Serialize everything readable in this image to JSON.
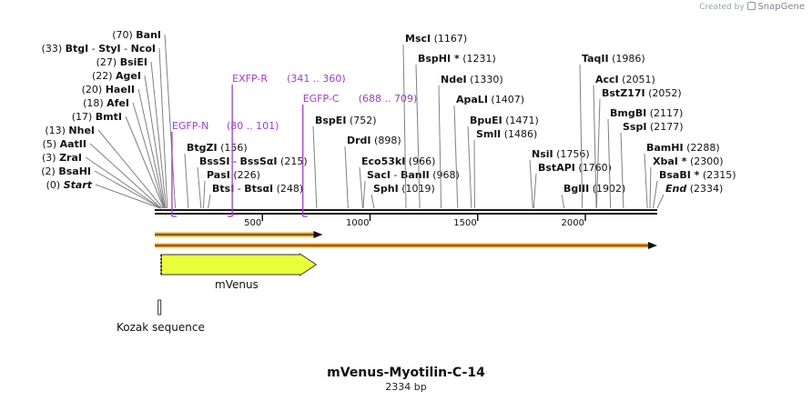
{
  "credit": {
    "prefix": "Created by",
    "brand": "SnapGene"
  },
  "plasmid": {
    "name": "mVenus-Myotilin-C-14",
    "size_label": "2334 bp",
    "length": 2334
  },
  "ruler": {
    "ticks": [
      500,
      1000,
      1500,
      2000
    ]
  },
  "sites": [
    {
      "name": "Start",
      "pos": 0,
      "italic": true
    },
    {
      "name": "BsaHI",
      "pos": 2
    },
    {
      "name": "ZraI",
      "pos": 3
    },
    {
      "name": "AatII",
      "pos": 5
    },
    {
      "name": "NheI",
      "pos": 13
    },
    {
      "name": "BmtI",
      "pos": 17
    },
    {
      "name": "AfeI",
      "pos": 18
    },
    {
      "name": "HaeII",
      "pos": 20
    },
    {
      "name": "AgeI",
      "pos": 22
    },
    {
      "name": "BsiEI",
      "pos": 27
    },
    {
      "name": "BtgI",
      "pos": 33
    },
    {
      "name": "StyI",
      "pos": 33
    },
    {
      "name": "NcoI",
      "pos": 33
    },
    {
      "name": "BanI",
      "pos": 70
    },
    {
      "name": "BtgZI",
      "pos": 156
    },
    {
      "name": "BssSI",
      "pos": 215
    },
    {
      "name": "BssSαI",
      "pos": 215
    },
    {
      "name": "PasI",
      "pos": 226
    },
    {
      "name": "BtsI",
      "pos": 248
    },
    {
      "name": "BtsαI",
      "pos": 248
    },
    {
      "name": "BspEI",
      "pos": 752
    },
    {
      "name": "DrdI",
      "pos": 898
    },
    {
      "name": "Eco53kI",
      "pos": 966
    },
    {
      "name": "SacI",
      "pos": 968
    },
    {
      "name": "BanII",
      "pos": 968
    },
    {
      "name": "SphI",
      "pos": 1019
    },
    {
      "name": "MscI",
      "pos": 1167
    },
    {
      "name": "BspHI",
      "pos": 1231,
      "mark": "*"
    },
    {
      "name": "NdeI",
      "pos": 1330
    },
    {
      "name": "ApaLI",
      "pos": 1407
    },
    {
      "name": "BpuEI",
      "pos": 1471
    },
    {
      "name": "SmlI",
      "pos": 1486
    },
    {
      "name": "NsiI",
      "pos": 1756
    },
    {
      "name": "BstAPI",
      "pos": 1760
    },
    {
      "name": "BglII",
      "pos": 1902
    },
    {
      "name": "TaqII",
      "pos": 1986
    },
    {
      "name": "AccI",
      "pos": 2051
    },
    {
      "name": "BstZ17I",
      "pos": 2052
    },
    {
      "name": "BmgBI",
      "pos": 2117
    },
    {
      "name": "SspI",
      "pos": 2177
    },
    {
      "name": "BamHI",
      "pos": 2288
    },
    {
      "name": "XbaI",
      "pos": 2300,
      "mark": "*"
    },
    {
      "name": "BsaBI",
      "pos": 2315,
      "mark": "*"
    },
    {
      "name": "End",
      "pos": 2334,
      "italic": true
    }
  ],
  "left_labels": [
    {
      "text": "(0)",
      "names": [
        "Start"
      ],
      "pos": 0,
      "italic": true
    },
    {
      "text": "(2)",
      "names": [
        "BsaHI"
      ],
      "pos": 2
    },
    {
      "text": "(3)",
      "names": [
        "ZraI"
      ],
      "pos": 3
    },
    {
      "text": "(5)",
      "names": [
        "AatII"
      ],
      "pos": 5
    },
    {
      "text": "(13)",
      "names": [
        "NheI"
      ],
      "pos": 13
    },
    {
      "text": "(17)",
      "names": [
        "BmtI"
      ],
      "pos": 17
    },
    {
      "text": "(18)",
      "names": [
        "AfeI"
      ],
      "pos": 18
    },
    {
      "text": "(20)",
      "names": [
        "HaeII"
      ],
      "pos": 20
    },
    {
      "text": "(22)",
      "names": [
        "AgeI"
      ],
      "pos": 22
    },
    {
      "text": "(27)",
      "names": [
        "BsiEI"
      ],
      "pos": 27
    },
    {
      "text": "(33)",
      "names": [
        "BtgI",
        "StyI",
        "NcoI"
      ],
      "pos": 33
    },
    {
      "text": "(70)",
      "names": [
        "BanI"
      ],
      "pos": 70
    }
  ],
  "primers": [
    {
      "name": "EGFP-N",
      "range": "(80 .. 101)",
      "start": 80,
      "end": 101,
      "dir": "fwd"
    },
    {
      "name": "EXFP-R",
      "range": "(341 .. 360)",
      "start": 341,
      "end": 360,
      "dir": "rev"
    },
    {
      "name": "EGFP-C",
      "range": "(688 .. 709)",
      "start": 688,
      "end": 709,
      "dir": "fwd"
    }
  ],
  "orfs": [
    {
      "start": 0,
      "end": 780
    },
    {
      "start": 0,
      "end": 2334
    }
  ],
  "features": [
    {
      "name": "mVenus",
      "start": 30,
      "end": 750,
      "color": "#e9ff3a",
      "type": "cds"
    },
    {
      "name": "Kozak sequence",
      "start": 24,
      "end": 33,
      "type": "misc"
    }
  ],
  "colors": {
    "primer": "#a23ad6",
    "orf": "#f5a623",
    "cds": "#e9ff3a",
    "backbone": "#1a1a1a"
  }
}
